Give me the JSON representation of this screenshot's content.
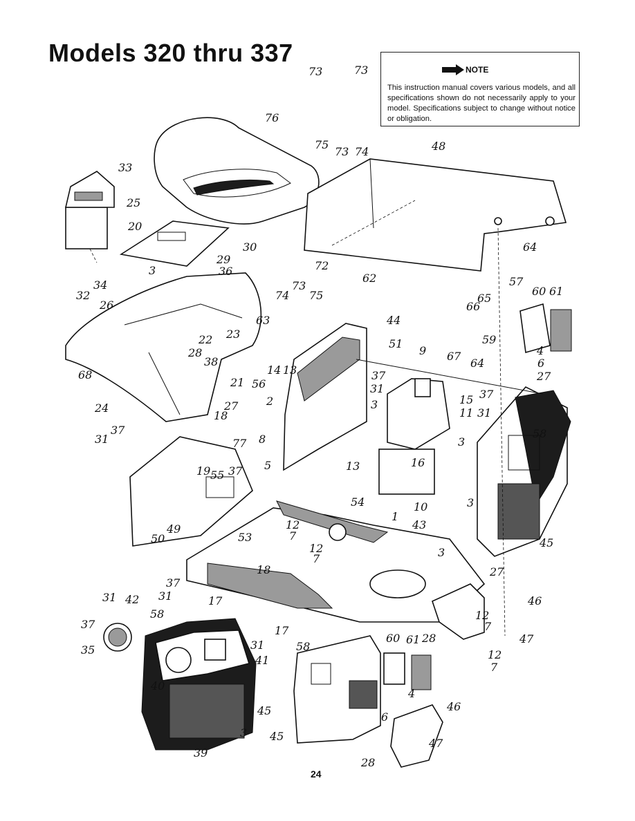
{
  "title": "Models 320 thru 337",
  "note": {
    "label": "NOTE",
    "text": "This instruction manual covers various models, and all specifications shown do not necessarily apply to your model. Specifications subject to change without notice or obligation."
  },
  "page_number": "24",
  "callouts": [
    {
      "id": "c73a",
      "text": "73"
    },
    {
      "id": "c73b",
      "text": "73"
    },
    {
      "id": "c76",
      "text": "76"
    },
    {
      "id": "c75a",
      "text": "75"
    },
    {
      "id": "c73c",
      "text": "73"
    },
    {
      "id": "c74a",
      "text": "74"
    },
    {
      "id": "c48",
      "text": "48"
    },
    {
      "id": "c33",
      "text": "33"
    },
    {
      "id": "c25",
      "text": "25"
    },
    {
      "id": "c20",
      "text": "20"
    },
    {
      "id": "c30",
      "text": "30"
    },
    {
      "id": "c29",
      "text": "29"
    },
    {
      "id": "c3a",
      "text": "3"
    },
    {
      "id": "c36",
      "text": "36"
    },
    {
      "id": "c64a",
      "text": "64"
    },
    {
      "id": "c72",
      "text": "72"
    },
    {
      "id": "c62",
      "text": "62"
    },
    {
      "id": "c57",
      "text": "57"
    },
    {
      "id": "c34",
      "text": "34"
    },
    {
      "id": "c32",
      "text": "32"
    },
    {
      "id": "c26",
      "text": "26"
    },
    {
      "id": "c73d",
      "text": "73"
    },
    {
      "id": "c74b",
      "text": "74"
    },
    {
      "id": "c75b",
      "text": "75"
    },
    {
      "id": "c65",
      "text": "65"
    },
    {
      "id": "c66",
      "text": "66"
    },
    {
      "id": "c60a",
      "text": "60"
    },
    {
      "id": "c61a",
      "text": "61"
    },
    {
      "id": "c63",
      "text": "63"
    },
    {
      "id": "c44",
      "text": "44"
    },
    {
      "id": "c22",
      "text": "22"
    },
    {
      "id": "c23",
      "text": "23"
    },
    {
      "id": "c28a",
      "text": "28"
    },
    {
      "id": "c38",
      "text": "38"
    },
    {
      "id": "c59",
      "text": "59"
    },
    {
      "id": "c68",
      "text": "68"
    },
    {
      "id": "c51",
      "text": "51"
    },
    {
      "id": "c9",
      "text": "9"
    },
    {
      "id": "c67",
      "text": "67"
    },
    {
      "id": "c4a",
      "text": "4"
    },
    {
      "id": "c64b",
      "text": "64"
    },
    {
      "id": "c6a",
      "text": "6"
    },
    {
      "id": "c14",
      "text": "14"
    },
    {
      "id": "c13a",
      "text": "13"
    },
    {
      "id": "c37a",
      "text": "37"
    },
    {
      "id": "c27a",
      "text": "27"
    },
    {
      "id": "c21",
      "text": "21"
    },
    {
      "id": "c56",
      "text": "56"
    },
    {
      "id": "c31a",
      "text": "31"
    },
    {
      "id": "c2",
      "text": "2"
    },
    {
      "id": "c3b",
      "text": "3"
    },
    {
      "id": "c15",
      "text": "15"
    },
    {
      "id": "c37b",
      "text": "37"
    },
    {
      "id": "c11",
      "text": "11"
    },
    {
      "id": "c31b",
      "text": "31"
    },
    {
      "id": "c58a",
      "text": "58"
    },
    {
      "id": "c24",
      "text": "24"
    },
    {
      "id": "c27b",
      "text": "27"
    },
    {
      "id": "c18a",
      "text": "18"
    },
    {
      "id": "c8",
      "text": "8"
    },
    {
      "id": "c37c",
      "text": "37"
    },
    {
      "id": "c31c",
      "text": "31"
    },
    {
      "id": "c77",
      "text": "77"
    },
    {
      "id": "c3c",
      "text": "3"
    },
    {
      "id": "c5",
      "text": "5"
    },
    {
      "id": "c13b",
      "text": "13"
    },
    {
      "id": "c16",
      "text": "16"
    },
    {
      "id": "c19",
      "text": "19"
    },
    {
      "id": "c55",
      "text": "55"
    },
    {
      "id": "c37d",
      "text": "37"
    },
    {
      "id": "c10",
      "text": "10"
    },
    {
      "id": "c3d",
      "text": "3"
    },
    {
      "id": "c54",
      "text": "54"
    },
    {
      "id": "c1",
      "text": "1"
    },
    {
      "id": "c43",
      "text": "43"
    },
    {
      "id": "c12a",
      "text": "12"
    },
    {
      "id": "c7a",
      "text": "7"
    },
    {
      "id": "c49",
      "text": "49"
    },
    {
      "id": "c50",
      "text": "50"
    },
    {
      "id": "c53",
      "text": "53"
    },
    {
      "id": "c45a",
      "text": "45"
    },
    {
      "id": "c12b",
      "text": "12"
    },
    {
      "id": "c7b",
      "text": "7"
    },
    {
      "id": "c3e",
      "text": "3"
    },
    {
      "id": "c18b",
      "text": "18"
    },
    {
      "id": "c27c",
      "text": "27"
    },
    {
      "id": "c37e",
      "text": "37"
    },
    {
      "id": "c31d",
      "text": "31"
    },
    {
      "id": "c46a",
      "text": "46"
    },
    {
      "id": "c31e",
      "text": "31"
    },
    {
      "id": "c42",
      "text": "42"
    },
    {
      "id": "c17a",
      "text": "17"
    },
    {
      "id": "c12c",
      "text": "12"
    },
    {
      "id": "c7c",
      "text": "7"
    },
    {
      "id": "c37f",
      "text": "37"
    },
    {
      "id": "c58b",
      "text": "58"
    },
    {
      "id": "c17b",
      "text": "17"
    },
    {
      "id": "c47a",
      "text": "47"
    },
    {
      "id": "c35",
      "text": "35"
    },
    {
      "id": "c31f",
      "text": "31"
    },
    {
      "id": "c60b",
      "text": "60"
    },
    {
      "id": "c61b",
      "text": "61"
    },
    {
      "id": "c28b",
      "text": "28"
    },
    {
      "id": "c12d",
      "text": "12"
    },
    {
      "id": "c58c",
      "text": "58"
    },
    {
      "id": "c7d",
      "text": "7"
    },
    {
      "id": "c41",
      "text": "41"
    },
    {
      "id": "c40",
      "text": "40"
    },
    {
      "id": "c45b",
      "text": "45"
    },
    {
      "id": "c4b",
      "text": "4"
    },
    {
      "id": "c46b",
      "text": "46"
    },
    {
      "id": "c6b",
      "text": "6"
    },
    {
      "id": "c3f",
      "text": "3"
    },
    {
      "id": "c39",
      "text": "39"
    },
    {
      "id": "c45c",
      "text": "45"
    },
    {
      "id": "c47b",
      "text": "47"
    },
    {
      "id": "c28c",
      "text": "28"
    }
  ]
}
